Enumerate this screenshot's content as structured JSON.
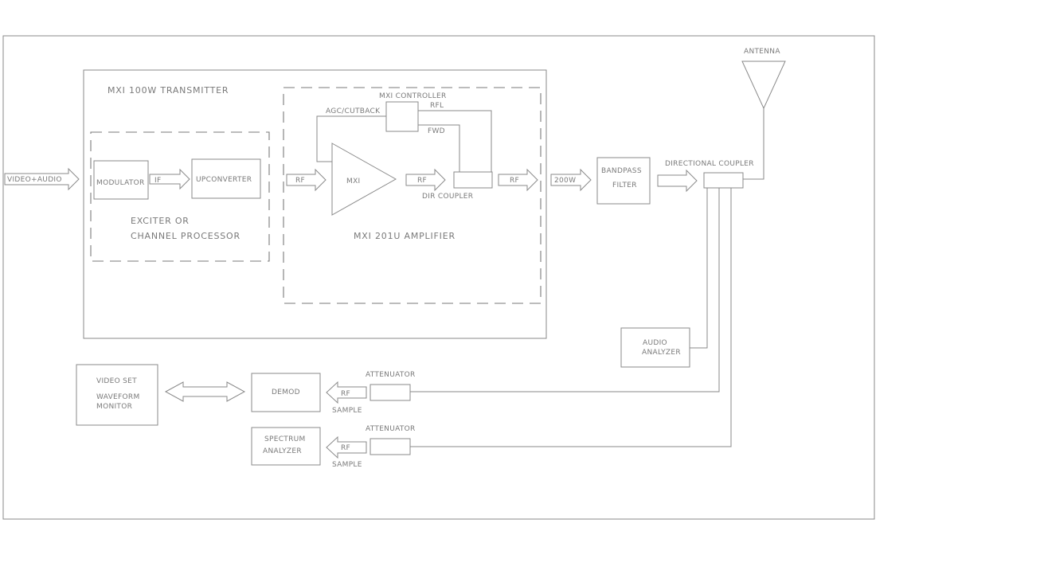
{
  "labels": {
    "transmitter": "MXI 100W TRANSMITTER",
    "controller": "MXI CONTROLLER",
    "rfl": "RFL",
    "agc": "AGC/CUTBACK",
    "fwd": "FWD",
    "input": "VIDEO+AUDIO",
    "modulator": "MODULATOR",
    "if": "IF",
    "upconverter": "UPCONVERTER",
    "exciter_1": "EXCITER OR",
    "exciter_2": "CHANNEL PROCESSOR",
    "rf_in": "RF",
    "mxi": "MXI",
    "rf_mid": "RF",
    "dir_coupler": "DIR COUPLER",
    "rf_out": "RF",
    "amplifier": "MXI 201U AMPLIFIER",
    "power": "200W",
    "bandpass_1": "BANDPASS",
    "bandpass_2": "FILTER",
    "directional_coupler": "DIRECTIONAL COUPLER",
    "antenna": "ANTENNA",
    "audio_1": "AUDIO",
    "audio_2": "ANALYZER",
    "video_1": "VIDEO SET",
    "video_2": "WAVEFORM",
    "video_3": "MONITOR",
    "demod": "DEMOD",
    "rf_sample_1": "RF",
    "sample_1": "SAMPLE",
    "attenuator_1": "ATTENUATOR",
    "spectrum_1": "SPECTRUM",
    "spectrum_2": "ANALYZER",
    "rf_sample_2": "RF",
    "sample_2": "SAMPLE",
    "attenuator_2": "ATTENUATOR"
  },
  "colors": {
    "line": "#8a8a8a",
    "text": "#7a7a7a",
    "background": "#ffffff"
  }
}
